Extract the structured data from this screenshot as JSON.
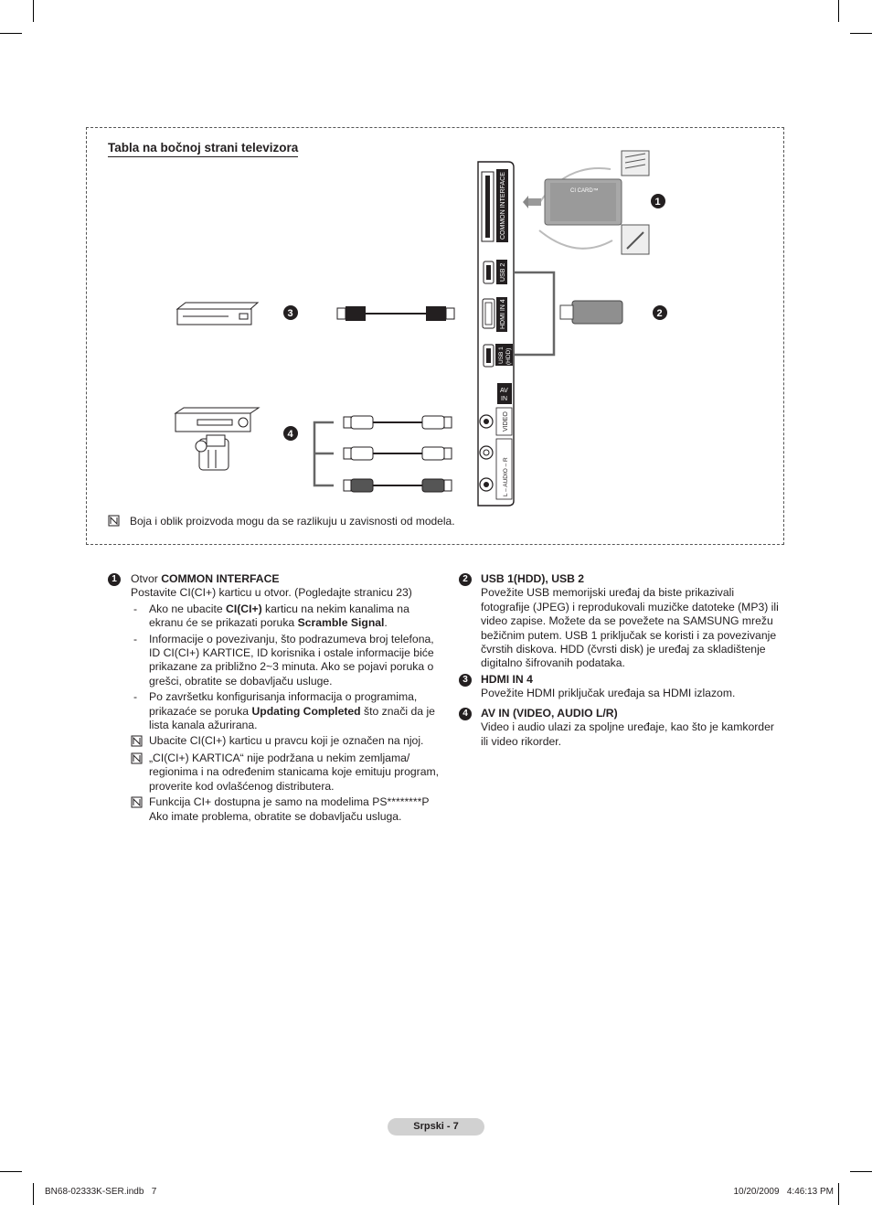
{
  "diagram": {
    "title": "Tabla na bočnoj strani televizora",
    "note": "Boja i oblik proizvoda mogu da se razlikuju u zavisnosti od modela.",
    "panel_labels": {
      "common_interface": "COMMON INTERFACE",
      "usb2": "USB 2",
      "hdmi_in4": "HDMI IN 4",
      "usb1_line1": "USB 1",
      "usb1_line2": "(HDD)",
      "av_line1": "AV",
      "av_line2": "IN",
      "video": "VIDEO",
      "audio": "L – AUDIO – R"
    },
    "ci_card_label": "CI CARD™",
    "callouts": [
      "1",
      "2",
      "3",
      "4"
    ]
  },
  "items": {
    "item1": {
      "num": "1",
      "title_prefix": "Otvor ",
      "title_bold": "COMMON INTERFACE",
      "line1": "Postavite CI(CI+) karticu u otvor. (Pogledajte stranicu 23)",
      "b1_a": "Ako ne ubacite ",
      "b1_b": "CI(CI+)",
      "b1_c": " karticu na nekim kanalima na ekranu će se prikazati poruka ",
      "b1_d": "Scramble Signal",
      "b1_e": ".",
      "b2": "Informacije o povezivanju, što podrazumeva broj telefona, ID CI(CI+) KARTICE, ID korisnika i ostale informacije biće prikazane za približno 2~3 minuta. Ako se pojavi poruka o grešci, obratite se dobavljaču usluge.",
      "b3_a": "Po završetku konfigurisanja informacija o programima, prikazaće se poruka ",
      "b3_b": "Updating Completed",
      "b3_c": " što znači da je lista kanala ažurirana.",
      "n1": "Ubacite CI(CI+) karticu u pravcu koji je označen na njoj.",
      "n2": "„CI(CI+) KARTICA“ nije podržana u nekim zemljama/ regionima i na određenim stanicama koje emituju program, proverite kod ovlašćenog distributera.",
      "n3a": "Funkcija CI+ dostupna je samo na modelima PS********P",
      "n3b": "Ako imate problema, obratite se dobavljaču usluga."
    },
    "item2": {
      "num": "2",
      "title": "USB 1(HDD), USB 2",
      "text": "Povežite USB memorijski uređaj da biste prikazivali fotografije (JPEG) i reprodukovali muzičke datoteke (MP3) ili video zapise. Možete da se povežete na SAMSUNG mrežu bežičnim putem. USB 1 priključak se koristi i za povezivanje čvrstih diskova. HDD (čvrsti disk) je uređaj za skladištenje digitalno šifrovanih podataka."
    },
    "item3": {
      "num": "3",
      "title": "HDMI IN 4",
      "text": "Povežite HDMI priključak uređaja sa HDMI izlazom."
    },
    "item4": {
      "num": "4",
      "title": "AV IN (VIDEO, AUDIO L/R)",
      "text": "Video i audio ulazi za spoljne uređaje, kao što je kamkorder ili video rikorder."
    }
  },
  "footer": {
    "page": "Srpski - 7",
    "file": "BN68-02333K-SER.indb   7",
    "timestamp": "10/20/2009   4:46:13 PM"
  }
}
